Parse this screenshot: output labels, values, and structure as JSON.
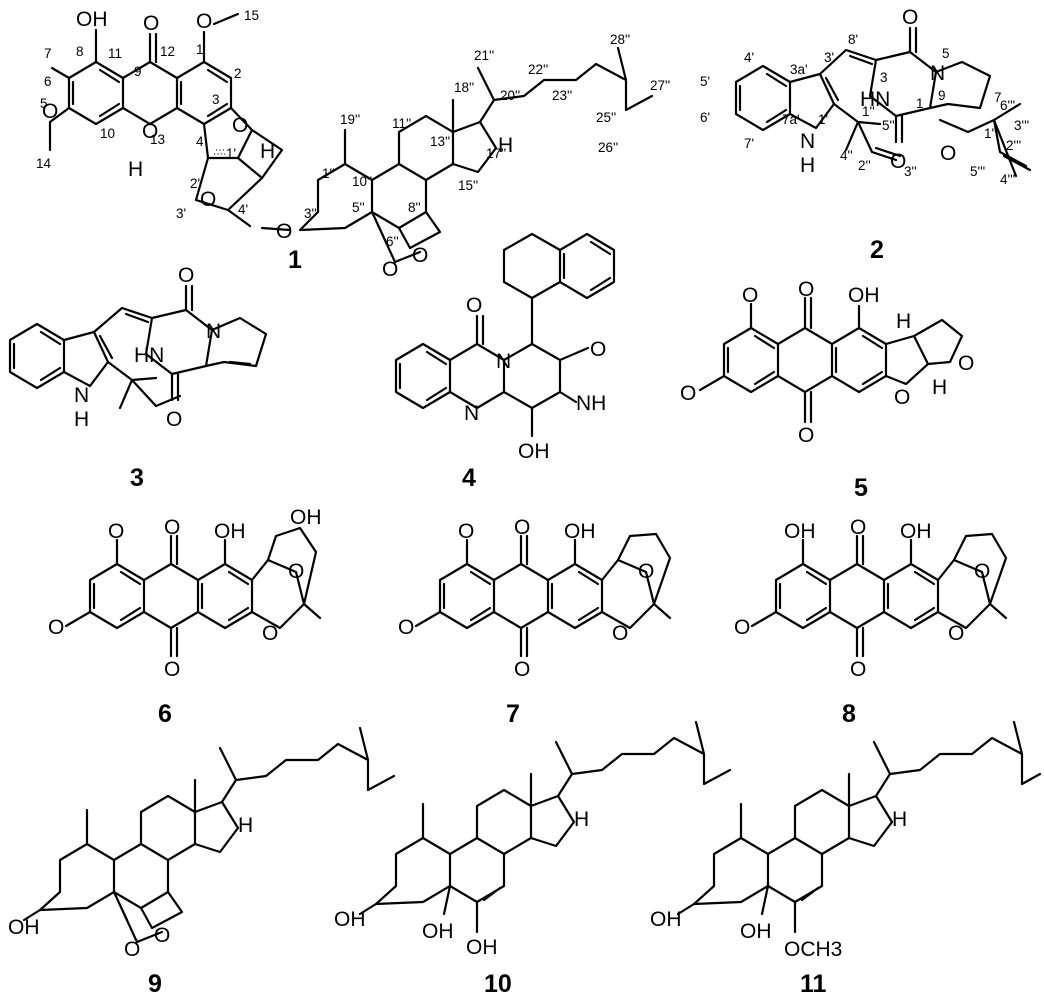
{
  "compounds": [
    "1",
    "2",
    "3",
    "4",
    "5",
    "6",
    "7",
    "8",
    "9",
    "10",
    "11"
  ],
  "atoms": {
    "oh": "OH",
    "o": "O",
    "n": "N",
    "nh": "NH",
    "hn": "HN",
    "h": "H",
    "och3": "OCH3"
  },
  "numbering": {
    "c1": [
      "1",
      "2",
      "3",
      "4",
      "5",
      "6",
      "7",
      "8",
      "9",
      "10",
      "11",
      "12",
      "13",
      "14",
      "15",
      "1'",
      "2'",
      "3'",
      "4'",
      "1''",
      "3''",
      "5''",
      "6''",
      "8''",
      "10''",
      "11''",
      "13''",
      "15''",
      "17''",
      "18''",
      "19''",
      "20''",
      "21''",
      "22''",
      "23''",
      "25''",
      "26''",
      "27''",
      "28''"
    ],
    "c2": [
      "1",
      "3",
      "5",
      "7",
      "9",
      "1'",
      "3'",
      "3a'",
      "4'",
      "5'",
      "6'",
      "7'",
      "7a'",
      "8'",
      "1''",
      "2''",
      "3''",
      "4''",
      "5''",
      "1'''",
      "2'''",
      "3'''",
      "4'''",
      "5'''",
      "6'''"
    ]
  }
}
